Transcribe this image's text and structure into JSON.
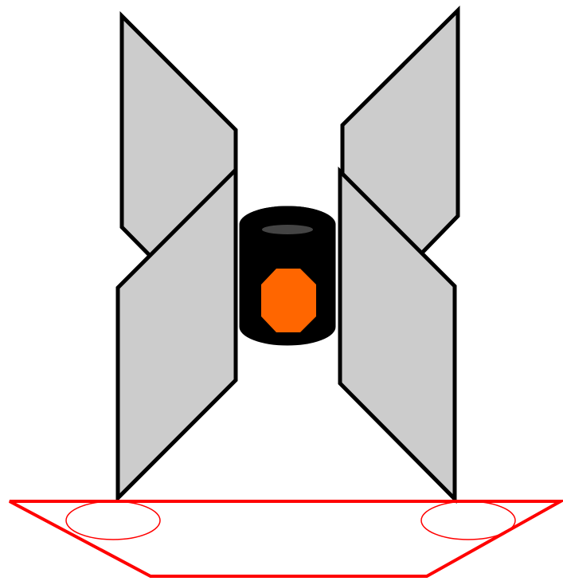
{
  "colors": {
    "panel_fill": "#cccccc",
    "panel_stroke": "#000000",
    "cylinder_body": "#000000",
    "cylinder_highlight": "#444444",
    "octagon_fill": "#ff6600",
    "base_stroke": "#ff0000",
    "background": "#ffffff"
  },
  "icons": {
    "panels": "gray-parallelogram-panel",
    "center": "black-cylinder",
    "emblem": "orange-octagon",
    "base": "red-trapezoid-base",
    "feet": "red-ellipse"
  }
}
